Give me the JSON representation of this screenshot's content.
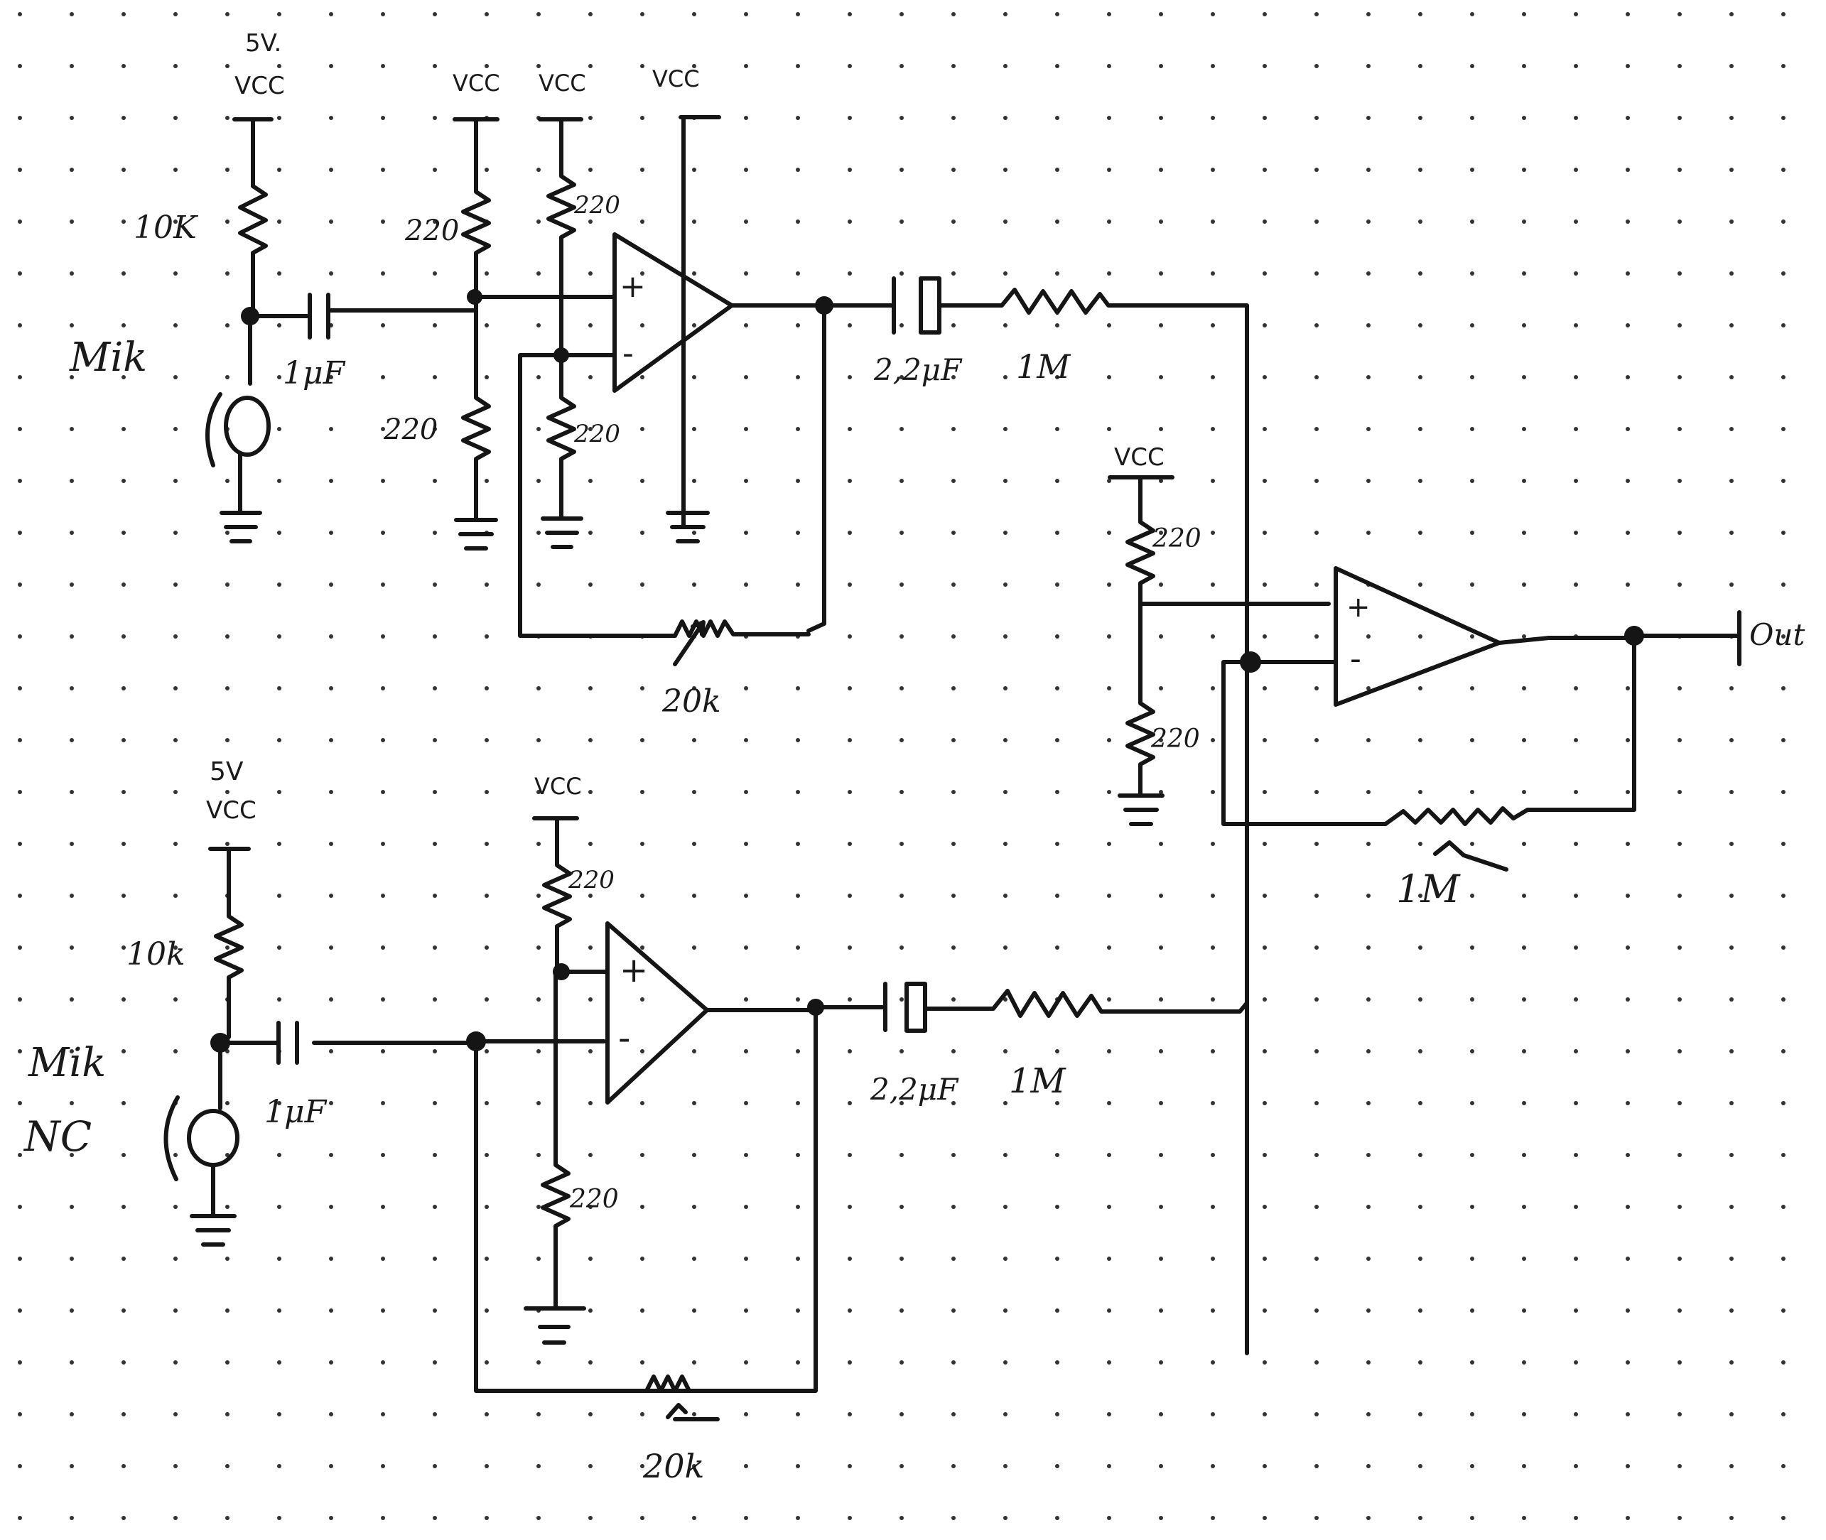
{
  "diagram": {
    "top_stage": {
      "supply_mic": {
        "voltage": "5V.",
        "rail": "VCC"
      },
      "rail_labels": [
        "VCC",
        "VCC",
        "VCC"
      ],
      "bias_resistor": "10K",
      "mic_label": "Mik",
      "coupling_cap": "1μF",
      "divider_top": "220",
      "divider_bottom": "220",
      "inv_top": "220",
      "inv_bottom": "220",
      "opamp_plus": "+",
      "opamp_minus": "-",
      "feedback_pot": "20k",
      "out_cap": "2,2μF",
      "out_res": "1M"
    },
    "bottom_stage": {
      "supply_mic": {
        "voltage": "5V",
        "rail": "VCC"
      },
      "rail_label": "VCC",
      "bias_resistor": "10k",
      "mic_label_1": "Mik",
      "mic_label_2": "NC",
      "coupling_cap": "1μF",
      "plus_top": "220",
      "plus_bottom": "220",
      "opamp_plus": "+",
      "opamp_minus": "-",
      "feedback_pot": "20k",
      "out_cap": "2,2μF",
      "out_res": "1M"
    },
    "mixer": {
      "rail": "VCC",
      "div_top": "220",
      "div_bottom": "220",
      "opamp_plus": "+",
      "opamp_minus": "-",
      "feedback_pot": "1M",
      "output": "Out"
    }
  }
}
